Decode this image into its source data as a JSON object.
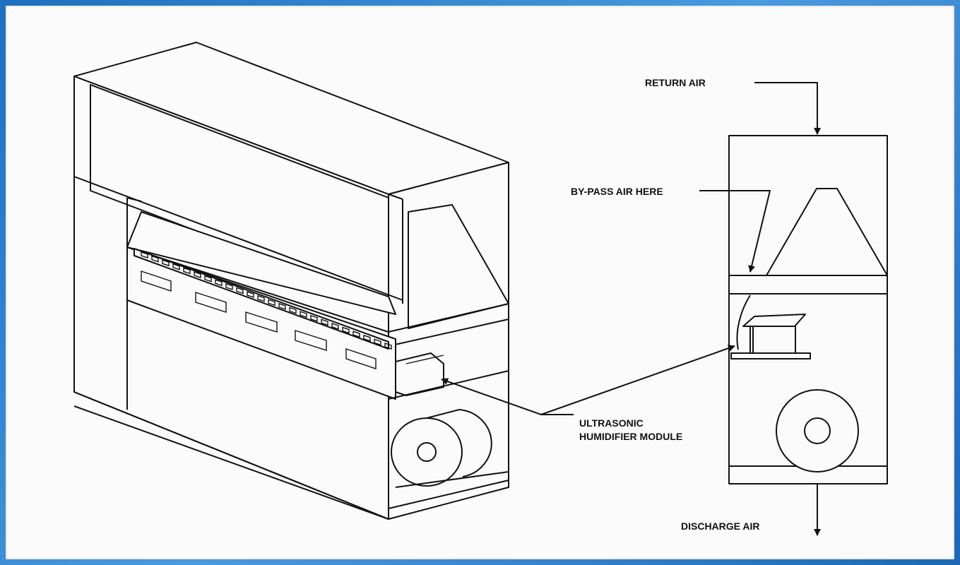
{
  "labels": {
    "return_air": "RETURN AIR",
    "bypass_air": "BY-PASS AIR HERE",
    "ultrasonic_line1": "ULTRASONIC",
    "ultrasonic_line2": "HUMIDIFIER MODULE",
    "discharge_air": "DISCHARGE AIR"
  },
  "colors": {
    "frame": "#3f8fd2",
    "background": "#fbfbfb",
    "line": "#111111"
  }
}
